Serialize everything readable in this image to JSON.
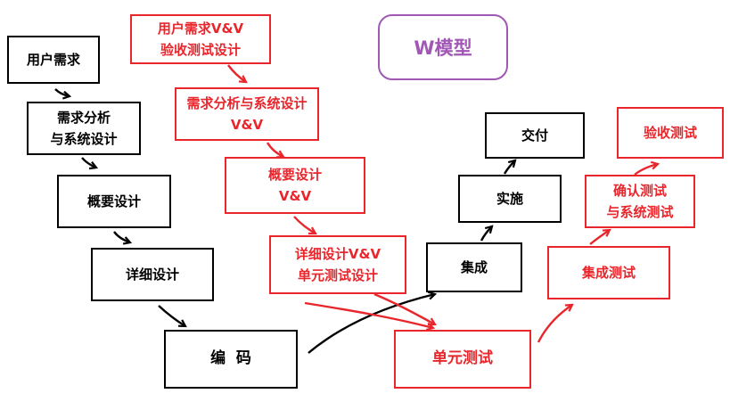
{
  "title": "W模型",
  "left_chain": [
    {
      "id": "req",
      "lines": [
        "用户需求"
      ]
    },
    {
      "id": "analysis",
      "lines": [
        "需求分析",
        "与系统设计"
      ]
    },
    {
      "id": "outline",
      "lines": [
        "概要设计"
      ]
    },
    {
      "id": "detail",
      "lines": [
        "详细设计"
      ]
    },
    {
      "id": "code",
      "lines": [
        "编  码"
      ]
    }
  ],
  "vv_chain": [
    {
      "id": "vv1",
      "lines": [
        "用户需求V&V",
        "验收测试设计"
      ]
    },
    {
      "id": "vv2",
      "lines": [
        "需求分析与系统设计",
        "V&V"
      ]
    },
    {
      "id": "vv3",
      "lines": [
        "概要设计",
        "V&V"
      ]
    },
    {
      "id": "vv4",
      "lines": [
        "详细设计V&V",
        "单元测试设计"
      ]
    }
  ],
  "right_chain": [
    {
      "id": "integrate",
      "lines": [
        "集成"
      ]
    },
    {
      "id": "implement",
      "lines": [
        "实施"
      ]
    },
    {
      "id": "deliver",
      "lines": [
        "交付"
      ]
    }
  ],
  "test_chain": [
    {
      "id": "unit",
      "lines": [
        "单元测试"
      ]
    },
    {
      "id": "integration",
      "lines": [
        "集成测试"
      ]
    },
    {
      "id": "confirm",
      "lines": [
        "确认测试",
        "与系统测试"
      ]
    },
    {
      "id": "acceptance",
      "lines": [
        "验收测试"
      ]
    }
  ],
  "colors": {
    "process": "#000000",
    "verification": "#e8262c",
    "title": "#a058b4"
  }
}
